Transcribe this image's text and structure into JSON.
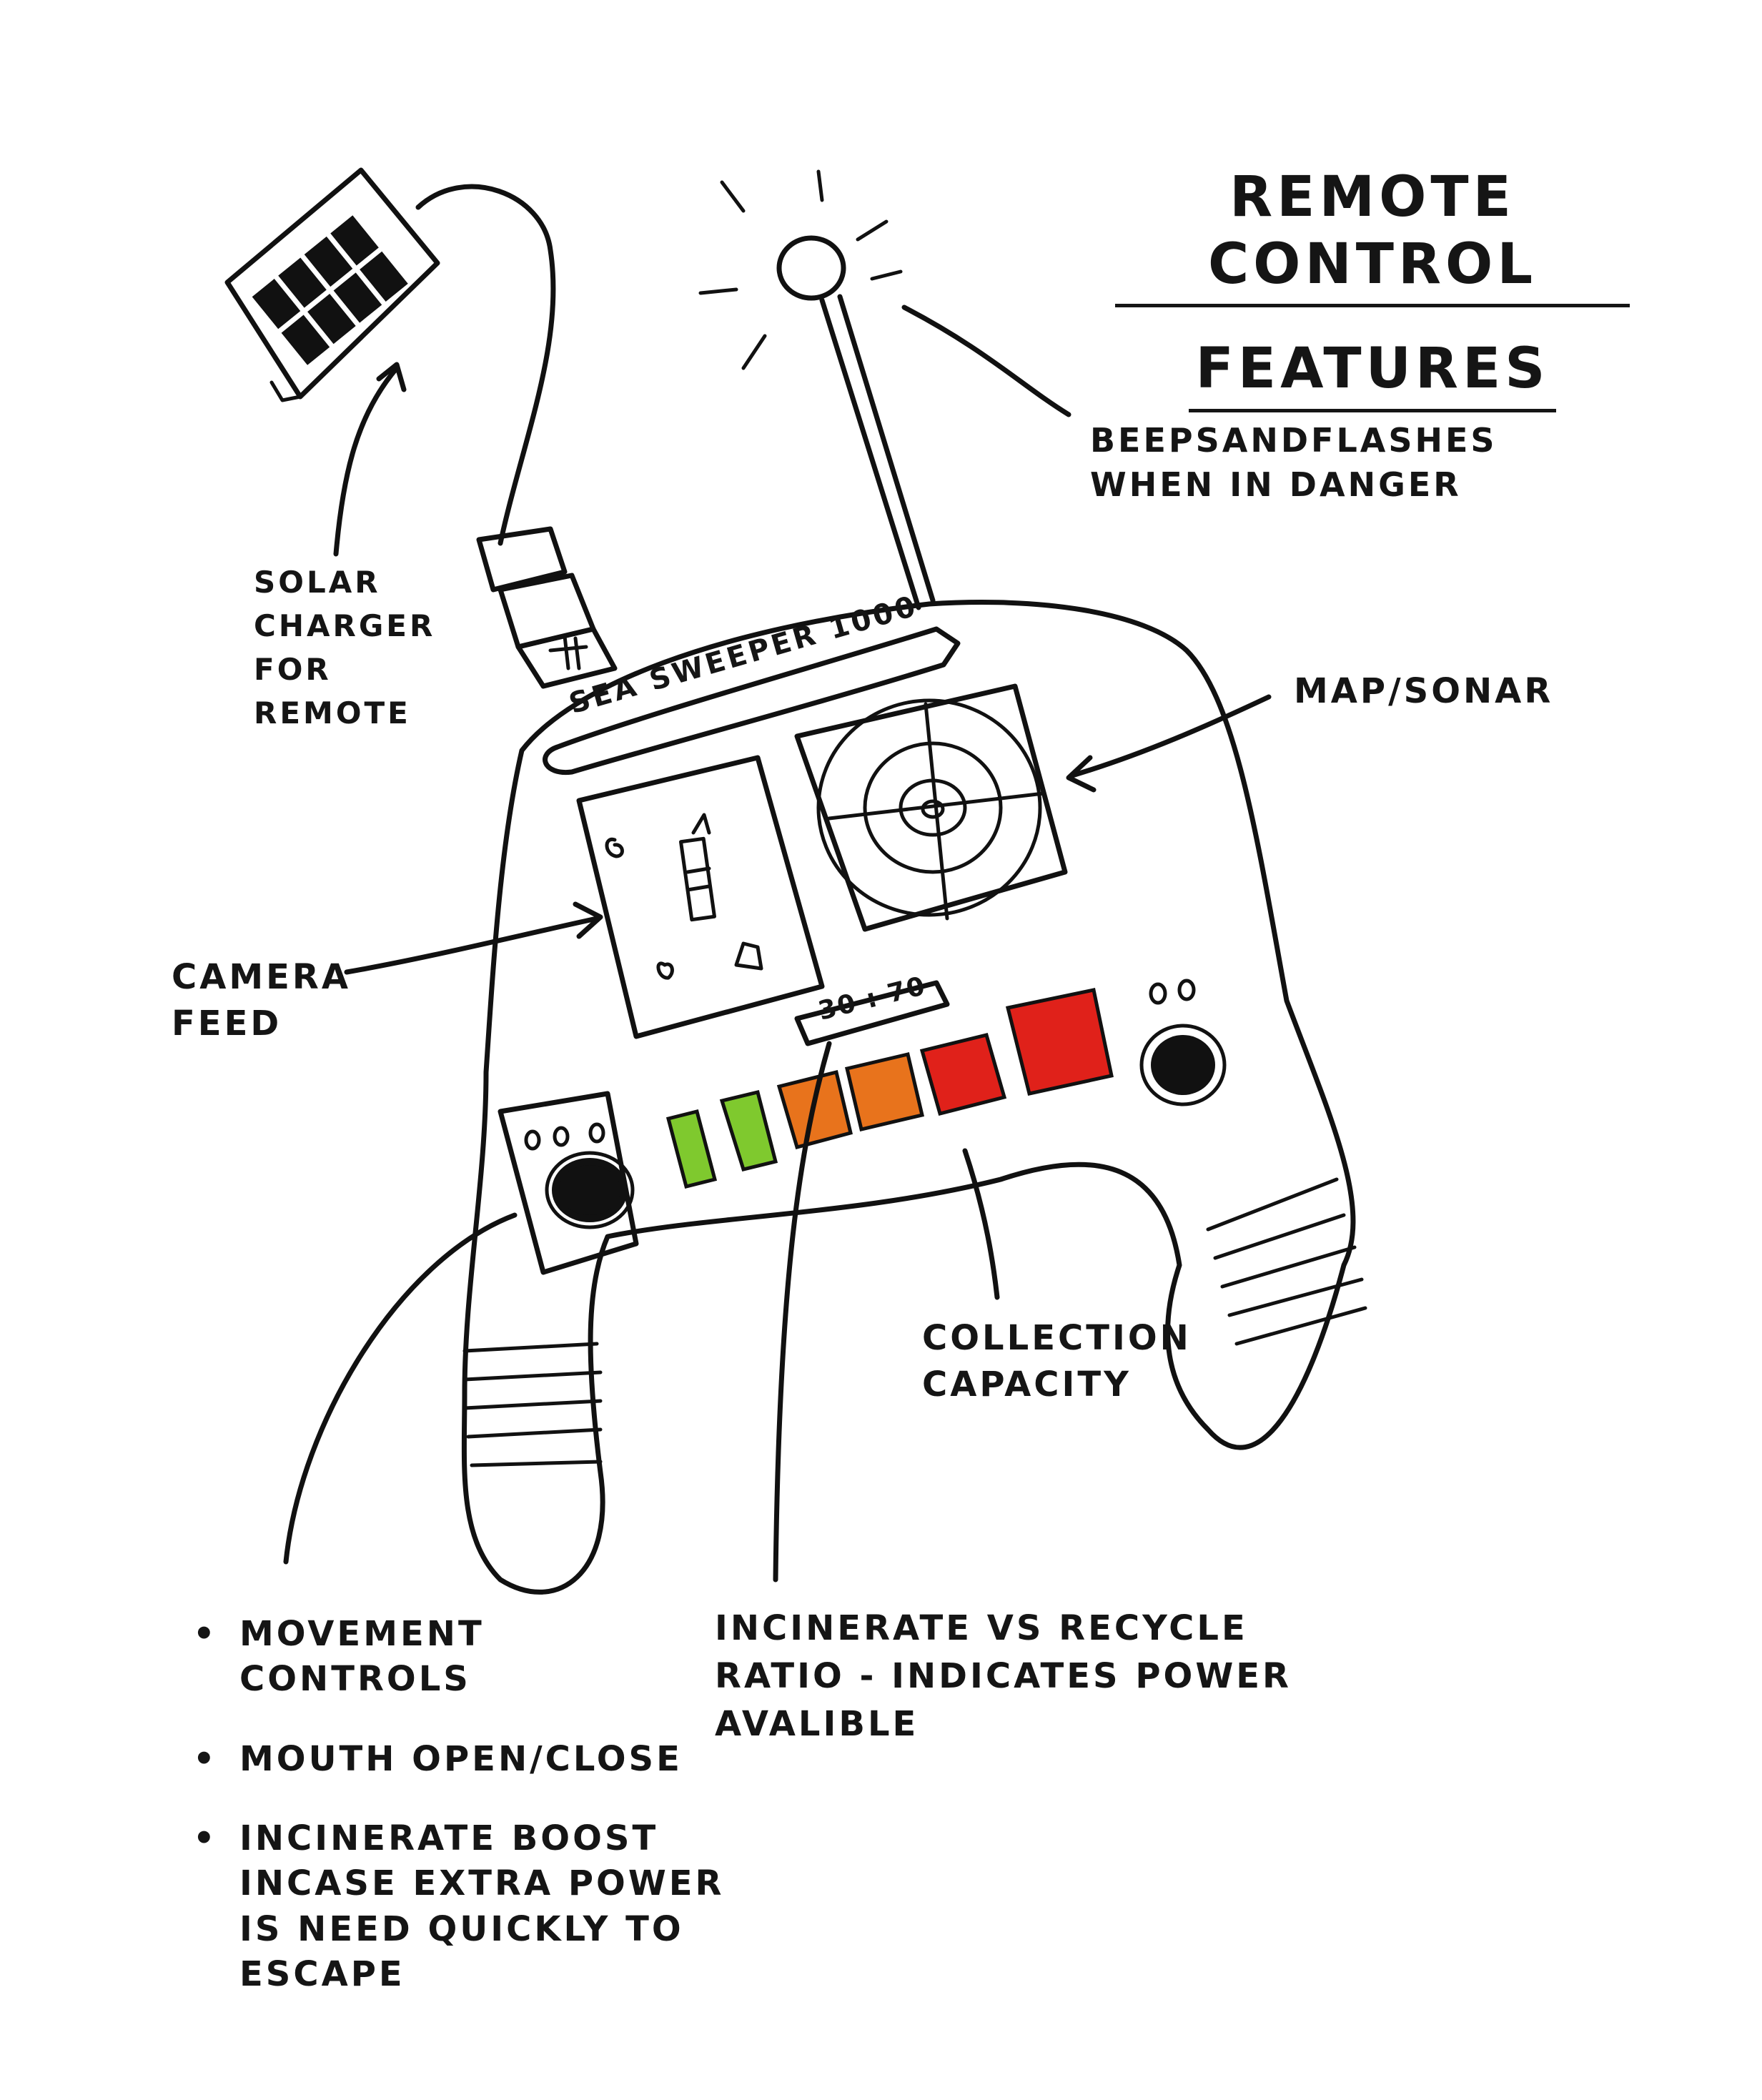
{
  "title": {
    "line1": "REMOTE CONTROL",
    "line2": "FEATURES"
  },
  "device": {
    "brand_label": "SEA SWEEPER 1000",
    "ratio_display": "30 : 70"
  },
  "annotations": {
    "beeps": {
      "line1": "BEEPSANDFLASHES",
      "line2": "WHEN IN DANGER"
    },
    "solar": {
      "line1": "SOLAR",
      "line2": "CHARGER",
      "line3": "FOR",
      "line4": "REMOTE"
    },
    "map": {
      "text": "MAP/SONAR"
    },
    "camera": {
      "line1": "CAMERA",
      "line2": "FEED"
    },
    "collection": {
      "line1": "COLLECTION",
      "line2": "CAPACITY"
    },
    "ratio": {
      "line1": "INCINERATE VS RECYCLE",
      "line2": "RATIO - INDICATES POWER",
      "line3": "AVALIBLE"
    }
  },
  "bullets": [
    {
      "line1": "MOVEMENT",
      "line2": "CONTROLS"
    },
    {
      "line1": "MOUTH OPEN/CLOSE"
    },
    {
      "line1": "INCINERATE BOOST",
      "line2": "INCASE EXTRA POWER",
      "line3": "IS NEED QUICKLY TO",
      "line4": "ESCAPE"
    }
  ],
  "capacity_bars": [
    {
      "level": "low",
      "color": "#7fc92e"
    },
    {
      "level": "low",
      "color": "#7fc92e"
    },
    {
      "level": "medium",
      "color": "#e8731c"
    },
    {
      "level": "medium",
      "color": "#e8731c"
    },
    {
      "level": "high",
      "color": "#e0211a"
    },
    {
      "level": "high",
      "color": "#e0211a"
    }
  ],
  "colors": {
    "ink": "#111111",
    "paper": "#ffffff",
    "green": "#7fc92e",
    "orange": "#e8731c",
    "red": "#e0211a"
  }
}
